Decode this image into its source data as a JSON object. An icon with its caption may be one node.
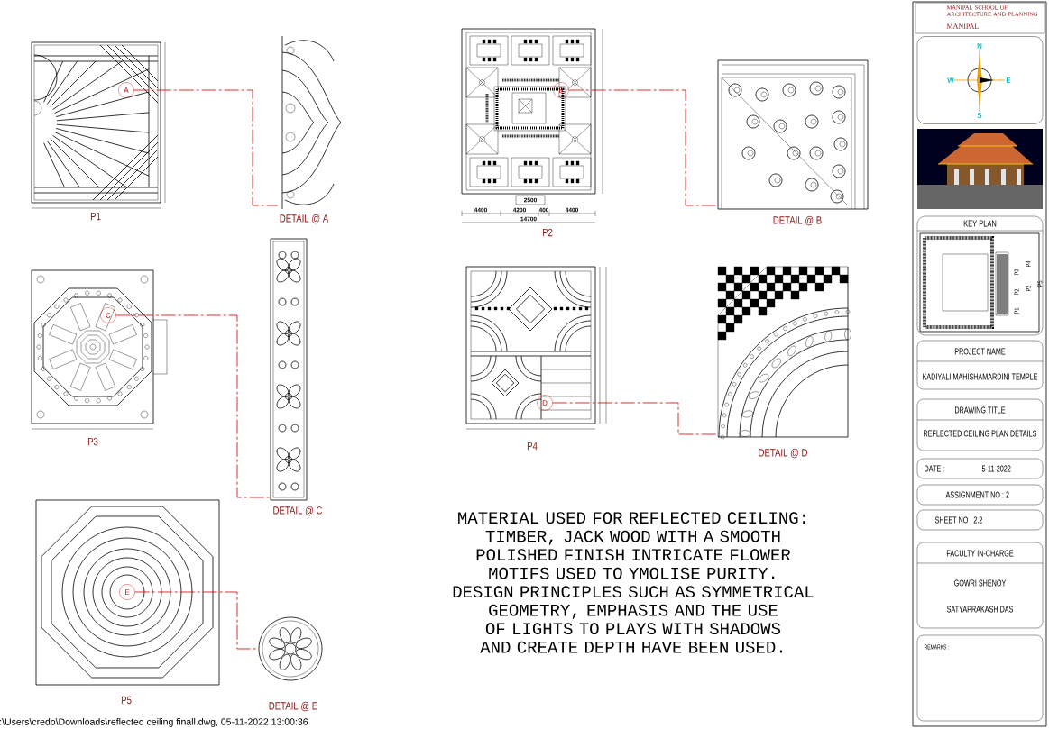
{
  "diagram": {
    "nodes": [
      {
        "text": [],
        "shape": "picture",
        "beside": [
          "P1"
        ]
      },
      {
        "text": [
          "A"
        ],
        "in": 0
      },
      {
        "text": [],
        "shape": "picture",
        "beside": [
          "DETAIL @ A"
        ]
      },
      {
        "text": [],
        "shape": "picture",
        "beside": [
          "P2"
        ]
      },
      {
        "text": [
          "B"
        ],
        "in": 3
      },
      {
        "text": [],
        "shape": "picture",
        "beside": [
          "DETAIL @ B"
        ]
      },
      {
        "text": [],
        "shape": "picture",
        "beside": [
          "P3"
        ]
      },
      {
        "text": [
          "C"
        ],
        "in": 6
      },
      {
        "text": [],
        "shape": "picture",
        "beside": [
          "DETAIL @ C"
        ]
      },
      {
        "text": [],
        "shape": "picture",
        "beside": [
          "P4"
        ]
      },
      {
        "text": [
          "D"
        ],
        "in": 9
      },
      {
        "text": [],
        "shape": "picture",
        "beside": [
          "DETAIL @ D"
        ]
      },
      {
        "text": [],
        "shape": "picture",
        "beside": [
          "P5"
        ]
      },
      {
        "text": [
          "E"
        ],
        "in": 12
      },
      {
        "text": [],
        "shape": "picture",
        "beside": [
          "DETAIL @ E"
        ]
      },
      {
        "text": [
          "MANIPAL SCHOOL OF ARCHITECTURE AND PLANNING",
          "MANIPAL"
        ]
      },
      {
        "text": [
          "N",
          "W",
          "E",
          "S"
        ]
      },
      {
        "text": [],
        "shape": "picture"
      },
      {
        "text": [
          "KEY PLAN"
        ]
      },
      {
        "text": [
          "PROJECT NAME",
          "KADIYALI MAHISHAMARDINI TEMPLE"
        ]
      },
      {
        "text": [
          "DRAWING TITLE",
          "REFLECTED CEILING PLAN DETAILS"
        ]
      },
      {
        "text": [
          "DATE :",
          "5-11-2022"
        ]
      },
      {
        "text": [
          "ASSIGNMENT NO : 2"
        ]
      },
      {
        "text": [
          "SHEET NO : 2.2"
        ]
      },
      {
        "text": [
          "FACULTY IN-CHARGE",
          "GOWRI SHENOY",
          "SATYAPRAKASH DAS"
        ]
      },
      {
        "text": [
          "REMARKS :"
        ]
      }
    ],
    "edges": [
      {
        "from": 1,
        "to": 2,
        "arrow": "none",
        "style": "dashed",
        "color": "#cc0000"
      },
      {
        "from": 4,
        "to": 5,
        "arrow": "none",
        "style": "dashed",
        "color": "#cc0000"
      },
      {
        "from": 7,
        "to": 8,
        "arrow": "none",
        "style": "dashed",
        "color": "#cc0000"
      },
      {
        "from": 10,
        "to": 11,
        "arrow": "none",
        "style": "dashed",
        "color": "#cc0000"
      },
      {
        "from": 13,
        "to": 14,
        "arrow": "none",
        "style": "dashed",
        "color": "#cc0000"
      }
    ],
    "labels": [
      "4400",
      "4200",
      "400",
      "4400",
      "14700",
      "2500",
      "P1",
      "P2",
      "P3",
      "P2",
      "P4",
      "P5",
      "MATERIAL USED FOR REFLECTED CEILING: TIMBER, JACK WOOD WITH A SMOOTH POLISHED FINISH INTRICATE FLOWER MOTIFS USED TO YMOLISE PURITY.",
      "DESIGN PRINCIPLES SUCH AS SYMMETRICAL GEOMETRY, EMPHASIS AND THE USE OF LIGHTS TO PLAYS WITH SHADOWS AND CREATE DEPTH HAVE BEEN USED.",
      ":\\Users\\credo\\Downloads\\reflected ceiling finall.dwg, 05-11-2022 13:00:36"
    ]
  }
}
